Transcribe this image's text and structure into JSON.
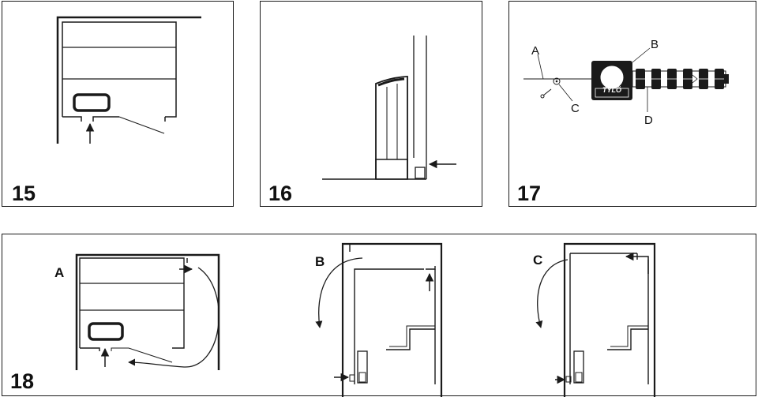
{
  "figures": {
    "fig15": {
      "number": "15"
    },
    "fig16": {
      "number": "16"
    },
    "fig17": {
      "number": "17",
      "callouts": {
        "a": "A",
        "b": "B",
        "c": "C",
        "d": "D"
      },
      "logo_text": "TYLÖ"
    },
    "fig18": {
      "number": "18",
      "views": {
        "a": "A",
        "b": "B",
        "c": "C"
      }
    }
  },
  "colors": {
    "line": "#1a1a1a",
    "background": "#ffffff",
    "grey_fill": "#dcdcdc"
  }
}
